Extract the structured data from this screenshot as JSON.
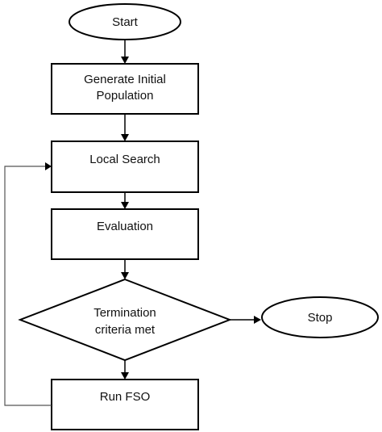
{
  "nodes": {
    "start": "Start",
    "generate_line1": "Generate Initial",
    "generate_line2": "Population",
    "local_search": "Local Search",
    "evaluation": "Evaluation",
    "termination_line1": "Termination",
    "termination_line2": "criteria met",
    "stop": "Stop",
    "run_fso": "Run FSO"
  }
}
